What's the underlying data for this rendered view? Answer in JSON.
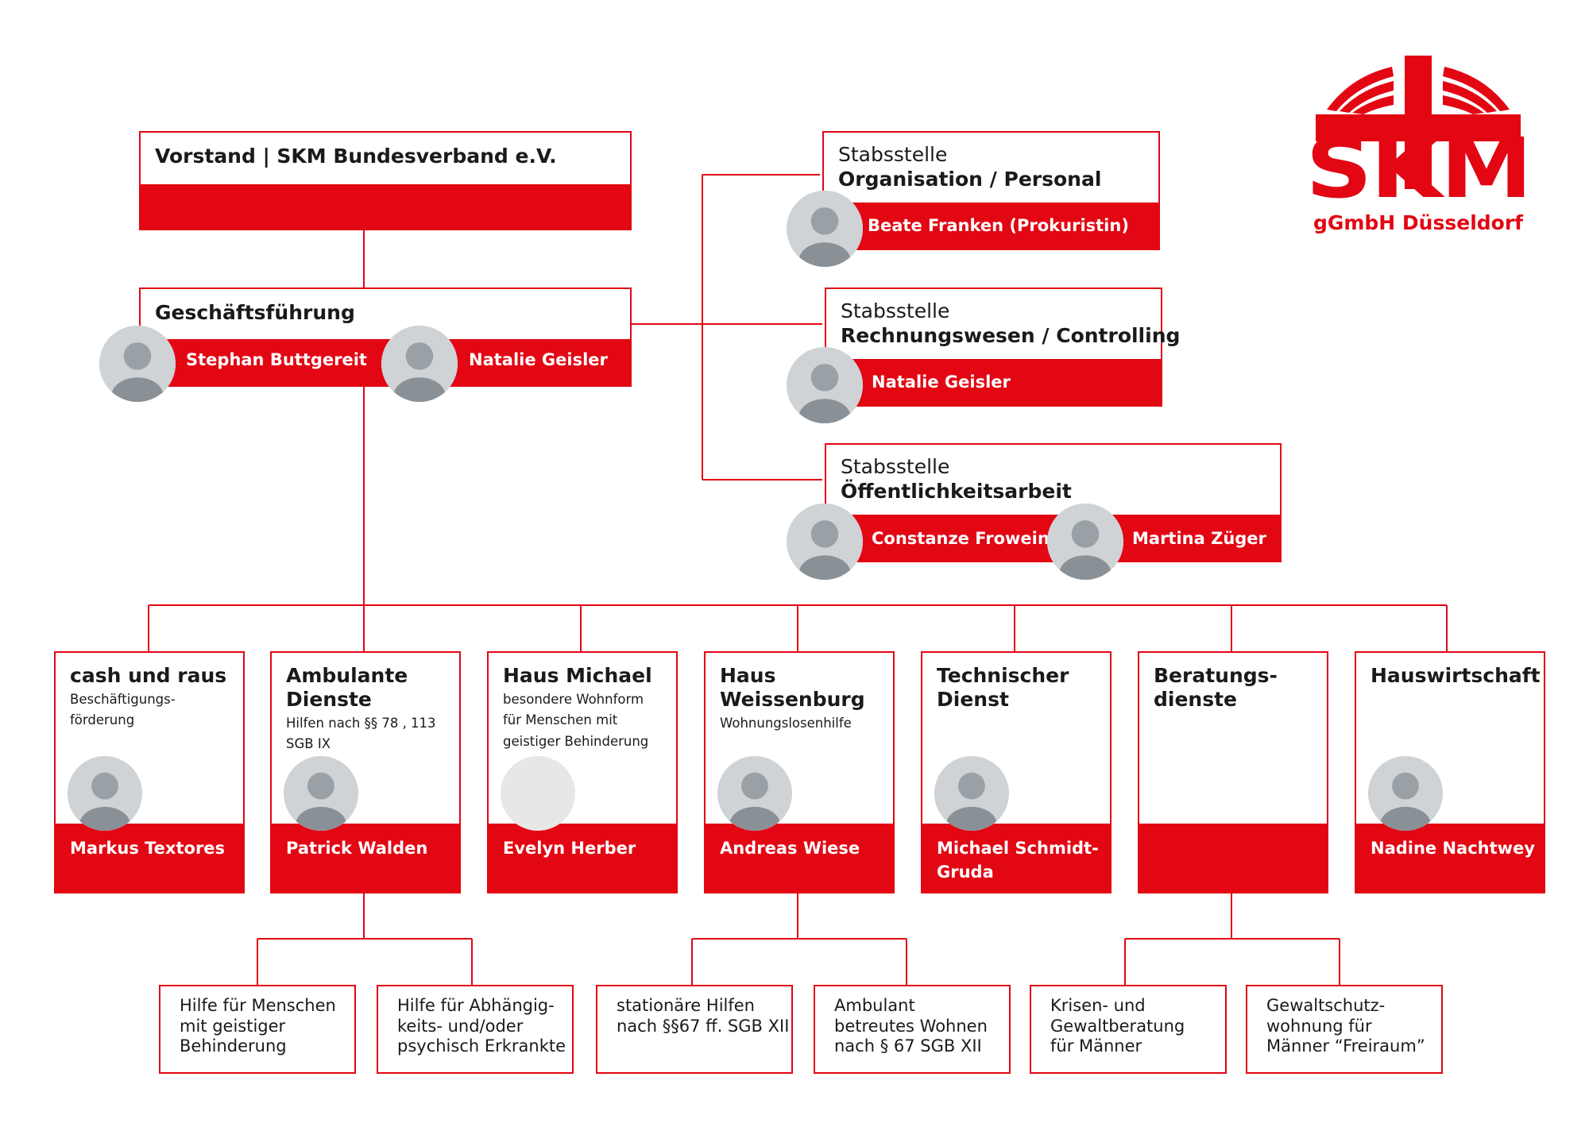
{
  "logo": {
    "wordmark": "SKM",
    "subtitle": "gGmbH Düsseldorf",
    "color": "#e30613"
  },
  "colors": {
    "accent": "#e30613",
    "text": "#1a1a1a",
    "band_text": "#ffffff"
  },
  "vorstand": {
    "title": "Vorstand | SKM Bundesverband e.V."
  },
  "geschaeftsfuehrung": {
    "title": "Geschäftsführung",
    "persons": [
      "Stephan Buttgereit",
      "Natalie Geisler"
    ]
  },
  "stab_personal": {
    "label": "Stabsstelle",
    "title": "Organisation / Personal",
    "persons": [
      "Beate Franken (Prokuristin)"
    ]
  },
  "stab_rechnung": {
    "label": "Stabsstelle",
    "title": "Rechnungswesen / Controlling",
    "persons": [
      "Natalie Geisler"
    ]
  },
  "stab_oeff": {
    "label": "Stabsstelle",
    "title": "Öffentlichkeitsarbeit",
    "persons": [
      "Constanze Frowein",
      "Martina Züger"
    ]
  },
  "departments": [
    {
      "name": "cash und raus",
      "desc": "Beschäftigungs-\nförderung",
      "person": "Markus Textores"
    },
    {
      "name": "Ambulante Dienste",
      "desc": "Hilfen nach §§ 78 , 113 SGB IX",
      "person": "Patrick Walden"
    },
    {
      "name": "Haus Michael",
      "desc": "besondere Wohnform für Menschen mit geistiger Behinderung",
      "person": "Evelyn Herber"
    },
    {
      "name": "Haus Weissenburg",
      "desc": "Wohnungslosenhilfe",
      "person": "Andreas Wiese"
    },
    {
      "name": "Technischer Dienst",
      "desc": "",
      "person": "Michael Schmidt-Gruda"
    },
    {
      "name": "Beratungs-\ndienste",
      "desc": "",
      "person": ""
    },
    {
      "name": "Hauswirtschaft",
      "desc": "",
      "person": "Nadine Nachtwey"
    }
  ],
  "subunits": [
    "Hilfe für Menschen mit geistiger Behinderung",
    "Hilfe für Abhängig-keits- und/oder psychisch Erkrankte",
    "stationäre Hilfen nach §§67 ff. SGB XII",
    "Ambulant betreutes Wohnen nach § 67 SGB XII",
    "Krisen- und Gewaltberatung für Männer",
    "Gewaltschutz-wohnung für Männer “Freiraum”"
  ],
  "subunits_display": [
    "Hilfe für Menschen\nmit geistiger\nBehinderung",
    "Hilfe für Abhängig-\nkeits- und/oder\npsychisch Erkrankte",
    "stationäre Hilfen\nnach §§67 ff. SGB XII",
    "Ambulant\nbetreutes Wohnen\nnach § 67 SGB XII",
    "Krisen- und\nGewaltberatung\nfür Männer",
    "Gewaltschutz-\nwohnung für\nMänner “Freiraum”"
  ],
  "icons": [
    "person-photo-icon",
    "skm-cross-logo-icon"
  ]
}
